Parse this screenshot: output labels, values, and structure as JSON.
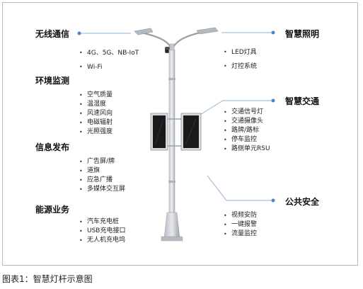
{
  "sections": {
    "wireless": {
      "title": "无线通信",
      "items": [
        "4G、5G、NB-IoT",
        "Wi-Fi"
      ]
    },
    "environment": {
      "title": "环境监测",
      "items": [
        "空气质量",
        "温湿度",
        "风速风向",
        "电磁辐射",
        "光照强度"
      ]
    },
    "info": {
      "title": "信息发布",
      "items": [
        "广告屏/牌",
        "道旗",
        "应急广播",
        "多媒体交互屏"
      ]
    },
    "energy": {
      "title": "能源业务",
      "items": [
        "汽车充电桩",
        "USB充电接口",
        "无人机充电坞"
      ]
    },
    "lighting": {
      "title": "智慧照明",
      "items": [
        "LED灯具",
        "灯控系统"
      ]
    },
    "traffic": {
      "title": "智慧交通",
      "items": [
        "交通信号灯",
        "交通摄像头",
        "路牌/路标",
        "停车监控",
        "路侧单元RSU"
      ]
    },
    "safety": {
      "title": "公共安全",
      "items": [
        "视频安防",
        "一键报警",
        "流量监控"
      ]
    }
  },
  "caption": "图表1：智慧灯杆示意图",
  "colors": {
    "accent_dot": "#4a86c5",
    "connector": "#8fb3d9",
    "pole": "#9aa0a8",
    "screen": "#1a1a1a"
  }
}
